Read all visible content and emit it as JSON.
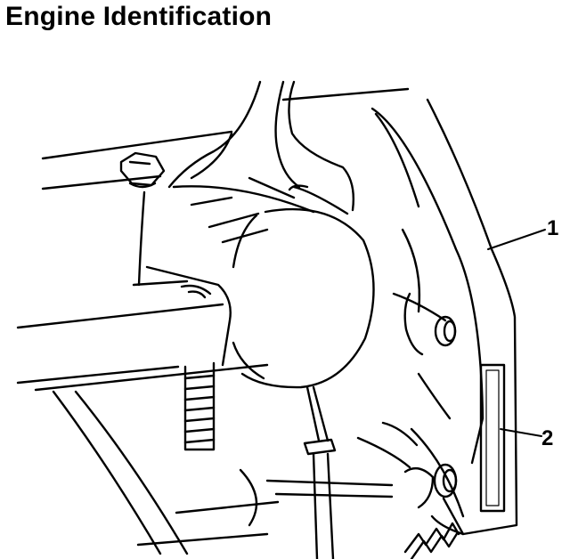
{
  "title": "Engine Identification",
  "callouts": [
    {
      "number": "1",
      "target": "engine-block-bracket"
    },
    {
      "number": "2",
      "target": "engine-id-label-plate"
    }
  ]
}
